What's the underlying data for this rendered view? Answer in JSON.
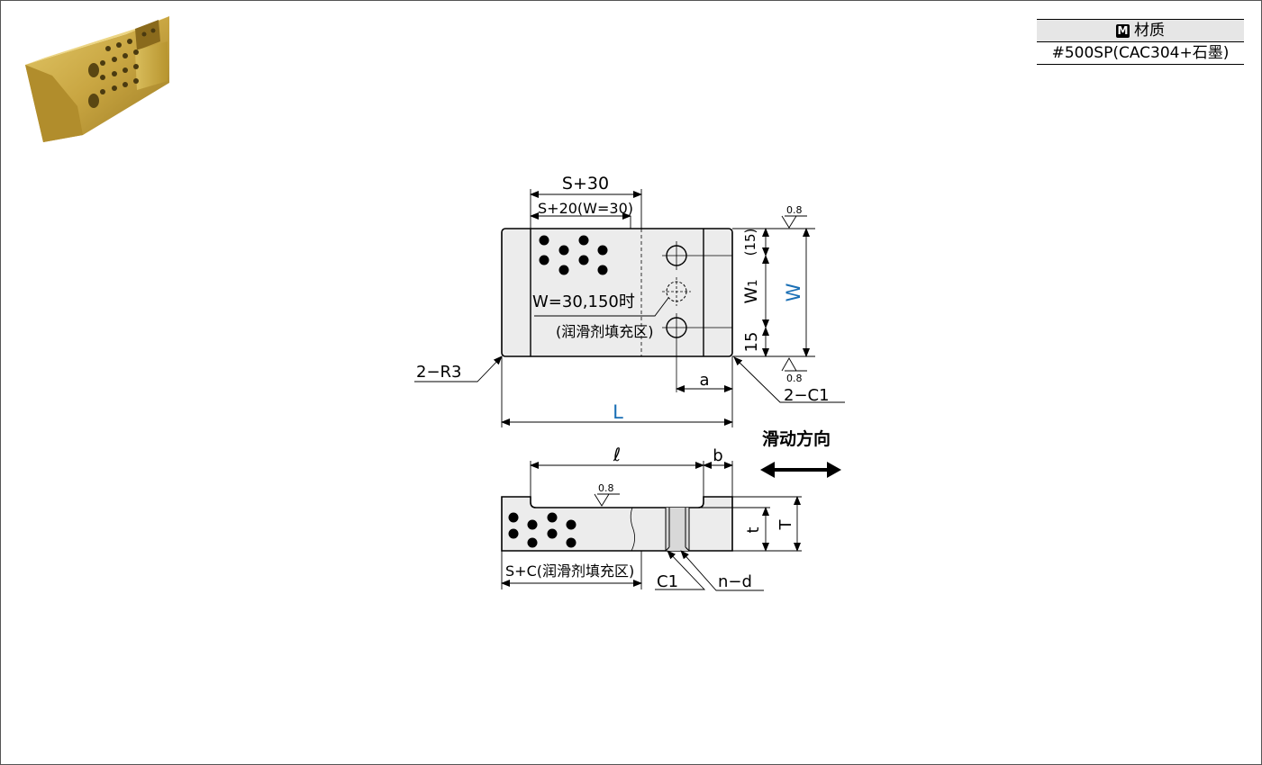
{
  "material_table": {
    "badge": "M",
    "header": "材质",
    "value": "#500SP(CAC304+石墨)"
  },
  "top_view": {
    "dim_s30": "S+30",
    "dim_s20": "S+20(W=30)",
    "dim_15_paren": "(15)",
    "dim_w1": "W",
    "dim_w1_sub": "1",
    "dim_15": "15",
    "dim_w": "W",
    "dim_a": "a",
    "dim_l": "L",
    "note_w30": "W=30,150时",
    "note_lub": "(润滑剂填充区)",
    "corner_r": "2−R3",
    "corner_c": "2−C1",
    "rough_top": "0.8",
    "rough_bottom": "0.8"
  },
  "side_view": {
    "dim_ell": "ℓ",
    "dim_b": "b",
    "dim_t": "t",
    "dim_T": "T",
    "dim_sc": "S+C(润滑剂填充区)",
    "dim_c1": "C1",
    "dim_nd": "n−d",
    "rough": "0.8"
  },
  "slide_direction": "滑动方向",
  "colors": {
    "dim_blue": "#1a6fb5",
    "part_fill": "#ececec",
    "brass": "#c9a642"
  },
  "icons": {
    "product_photo": "brass-wear-plate-photo",
    "arrow": "double-arrow-icon"
  }
}
